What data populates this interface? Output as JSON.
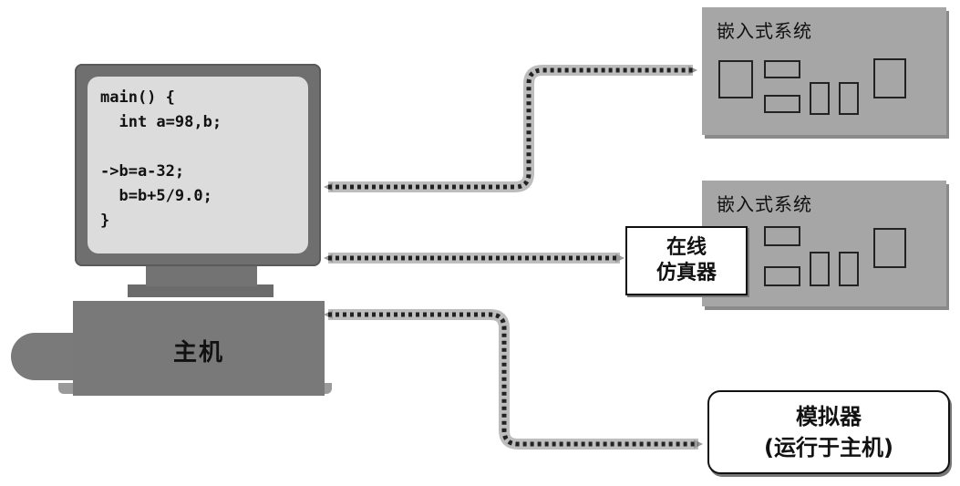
{
  "host": {
    "label": "主机",
    "code_lines": [
      "main() {",
      "  int a=98,b;",
      "",
      "->b=a-32;",
      "  b=b+5/9.0;",
      "}"
    ]
  },
  "targets": {
    "embedded_system_1": {
      "title": "嵌入式系统"
    },
    "embedded_system_2": {
      "title": "嵌入式系统"
    },
    "in_circuit_emulator": {
      "line1": "在线",
      "line2": "仿真器"
    },
    "simulator": {
      "line1": "模拟器",
      "line2": "(运行于主机)"
    }
  }
}
